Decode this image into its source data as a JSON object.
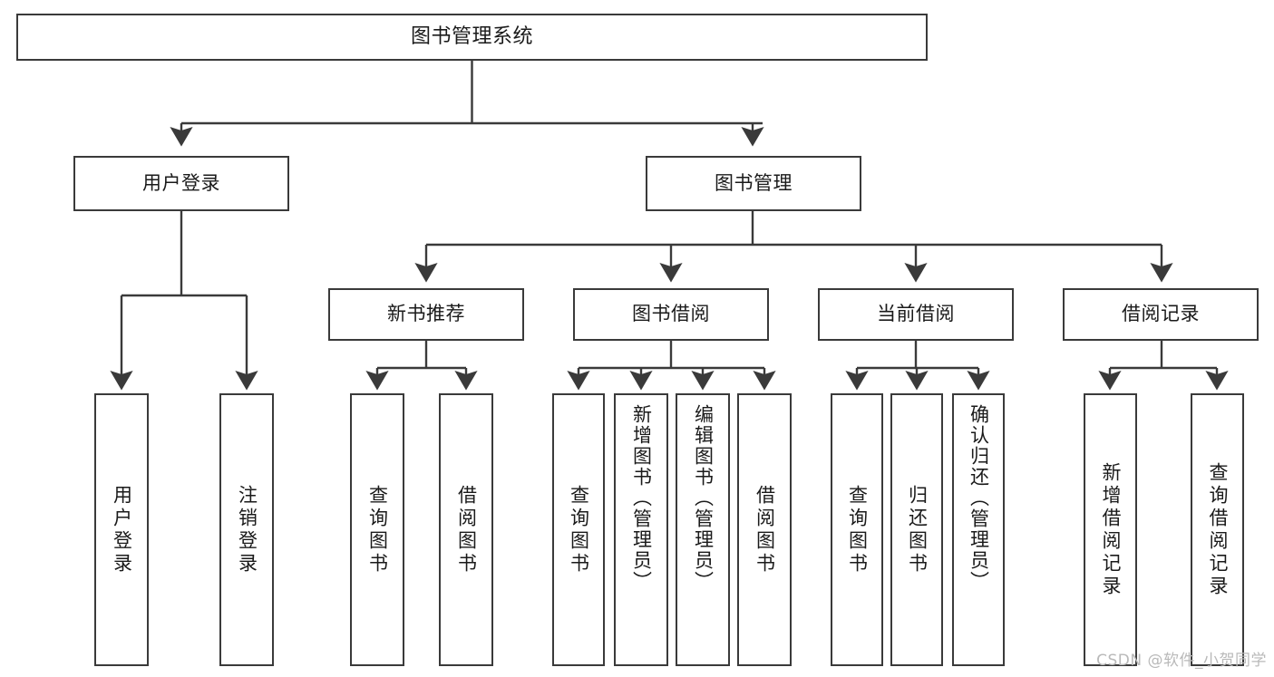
{
  "diagram": {
    "title": "图书管理系统",
    "type": "tree-hierarchy",
    "watermark": "CSDN @软件_小贺同学",
    "colors": {
      "stroke": "#3a3a3a",
      "fill": "#ffffff",
      "text": "#1a1a1a",
      "watermark": "#b9b9b9"
    },
    "nodes": {
      "root": {
        "label": "图书管理系统"
      },
      "level2": [
        {
          "label": "用户登录"
        },
        {
          "label": "图书管理"
        }
      ],
      "level3": [
        {
          "label": "新书推荐"
        },
        {
          "label": "图书借阅"
        },
        {
          "label": "当前借阅"
        },
        {
          "label": "借阅记录"
        }
      ],
      "leaves_user_login": [
        {
          "label": "用户登录"
        },
        {
          "label": "注销登录"
        }
      ],
      "leaves_new_book": [
        {
          "label": "查询图书"
        },
        {
          "label": "借阅图书"
        }
      ],
      "leaves_borrow": [
        {
          "label": "查询图书"
        },
        {
          "label": "新增图书（管理员）"
        },
        {
          "label": "编辑图书（管理员）"
        },
        {
          "label": "借阅图书"
        }
      ],
      "leaves_current": [
        {
          "label": "查询图书"
        },
        {
          "label": "归还图书"
        },
        {
          "label": "确认归还（管理员）"
        }
      ],
      "leaves_records": [
        {
          "label": "新增借阅记录"
        },
        {
          "label": "查询借阅记录"
        }
      ]
    }
  }
}
